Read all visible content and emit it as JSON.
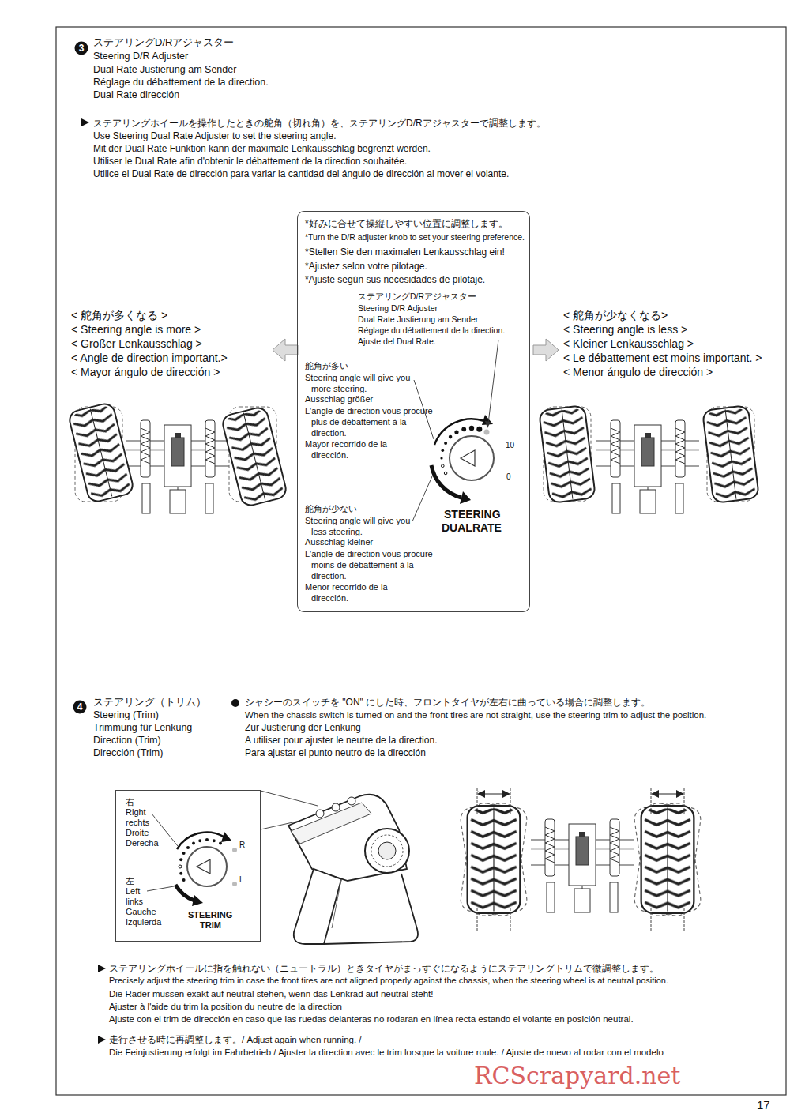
{
  "diagram": {
    "nodes": [
      {
        "text": [
          "3"
        ]
      },
      {
        "text": [
          "*好みに合せて操縦しやすい位置に調整します。",
          "*Turn the D/R adjuster knob to set your steering preference.",
          "*Stellen Sie den maximalen Lenkausschlag ein!",
          "*Ajustez selon votre pilotage.",
          "*Ajuste según sus necesidades de pilotaje.",
          "ステアリングD/Rアジャスター",
          "Steering D/R Adjuster",
          "Dual Rate Justierung am Sender",
          "Réglage du débattement de la direction.",
          "Ajuste del Dual Rate.",
          "舵角が多い",
          "Steering angle will give you more steering.",
          "Ausschlag größer",
          "L'angle de direction vous procure plus de débattement à la direction.",
          "Mayor recorrido de la dirección.",
          "舵角が少ない",
          "Steering angle will give you less steering.",
          "Ausschlag kleiner",
          "L'angle de direction vous procure moins de débattement à la direction.",
          "Menor recorrido de la dirección."
        ]
      },
      {
        "text": [
          "4"
        ]
      },
      {
        "text": [
          "右",
          "Right",
          "rechts",
          "Droite",
          "Derecha",
          "左",
          "Left",
          "links",
          "Gauche",
          "Izquierda"
        ]
      }
    ],
    "labels": [
      "ステアリングD/Rアジャスター",
      "Steering D/R Adjuster",
      "Dual Rate Justierung am Sender",
      "Réglage du débattement de la direction.",
      "Dual Rate dirección",
      "ステアリングホイールを操作したときの舵角（切れ角）を、ステアリングD/Rアジャスターで調整します。",
      "Use Steering Dual Rate Adjuster to set the steering angle.",
      "Mit der Dual Rate Funktion kann der maximale Lenkausschlag begrenzt werden.",
      "Utiliser le Dual Rate afin d'obtenir le débattement de la direction souhaitée.",
      "Utilice el Dual Rate de dirección para variar la cantidad del ángulo de dirección al mover el volante.",
      "< 舵角が多くなる >",
      "< Steering angle is more >",
      "< Großer Lenkausschlag >",
      "< Angle de direction important.>",
      "< Mayor ángulo de dirección >",
      "< 舵角が少なくなる>",
      "< Steering angle is less >",
      "< Kleiner Lenkausschlag >",
      "< Le débattement est moins important. >",
      "< Menor ángulo de dirección >",
      "10",
      "0",
      "STEERING",
      "DUALRATE",
      "ステアリング（トリム）",
      "Steering (Trim)",
      "Trimmung für Lenkung",
      "Direction (Trim)",
      "Dirección (Trim)",
      "シャシーのスイッチを \"ON\" にした時、フロントタイヤが左右に曲っている場合に調整します。",
      "When the chassis switch is turned on and the front tires are not straight, use the steering trim to adjust the position.",
      "Zur Justierung der Lenkung",
      "A utiliser pour ajuster le neutre de la direction.",
      "Para ajustar el punto neutro de la dirección",
      "R",
      "L",
      "STEERING",
      "TRIM",
      "ステアリングホイールに指を触れない（ニュートラル）ときタイヤがまっすぐになるようにステアリングトリムで微調整します。",
      "Precisely adjust the steering trim in case the front tires are not aligned properly against the chassis, when the steering wheel is at neutral position.",
      "Die Räder müssen exakt auf neutral stehen, wenn das Lenkrad auf neutral steht!",
      "Ajuster à l'aide du trim la position du neutre de la direction",
      "Ajuste con el trim de dirección en caso que las ruedas delanteras no rodaran en línea recta estando el volante en posición neutral.",
      "走行させる時に再調整します。/ Adjust again when running. /",
      "Die Feinjustierung erfolgt im Fahrbetrieb / Ajuster la direction avec le trim lorsque la voiture roule. / Ajuste de nuevo al rodar con el modelo",
      "RCScrapyard.net",
      "17"
    ]
  }
}
